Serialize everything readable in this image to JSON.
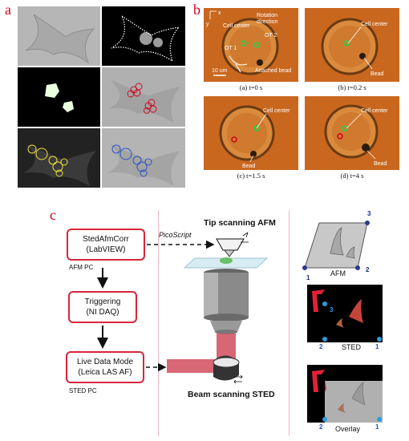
{
  "panel_a": {
    "letter": "a"
  },
  "panel_b": {
    "letter": "b",
    "scale_bar": "10 um",
    "axis_x": "x",
    "axis_y": "y",
    "frames": [
      {
        "caption": "(a) t=0 s",
        "labels": [
          "Cell center",
          "Rotation",
          "direction",
          "OT 1",
          "OT 2",
          "Attached bead"
        ]
      },
      {
        "caption": "(b) t=0.2 s",
        "labels": [
          "Cell center",
          "Bead"
        ]
      },
      {
        "caption": "(c) t=1.5 s",
        "labels": [
          "Cell center",
          "Bead"
        ]
      },
      {
        "caption": "(d) t=4 s",
        "labels": [
          "Cell center",
          "Bead"
        ]
      }
    ]
  },
  "panel_c": {
    "letter": "c",
    "box1": {
      "line1": "StedAfmCorr",
      "line2": "(LabVIEW)"
    },
    "box1_sub": "AFM PC",
    "box2": {
      "line1": "Triggering",
      "line2": "(NI DAQ)"
    },
    "box3": {
      "line1": "Live Data Mode",
      "line2": "(Leica LAS AF)"
    },
    "box3_sub": "STED PC",
    "arrow_label": "PicoScript",
    "tip_label": "Tip scanning AFM",
    "beam_label": "Beam scanning STED",
    "afm_label": "AFM",
    "sted_label": "STED",
    "overlay_label": "Overlay",
    "afm_corners": [
      "1",
      "2",
      "3"
    ],
    "sted_corners": [
      "1",
      "2",
      "3"
    ],
    "overlay_corners": [
      "1",
      "2"
    ]
  }
}
